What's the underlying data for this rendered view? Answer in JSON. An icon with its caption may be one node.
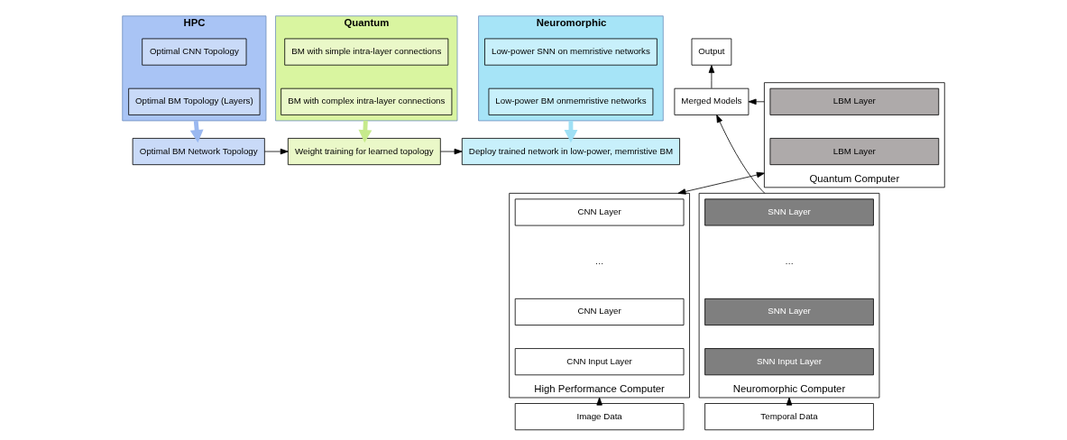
{
  "diagram": {
    "nodes": [
      {
        "text": [
          "HPC"
        ]
      },
      {
        "text": [
          "Optimal CNN Topology"
        ],
        "in": 0
      },
      {
        "text": [
          "Optimal BM Topology (Layers)"
        ],
        "in": 0
      },
      {
        "text": [
          "Optimal BM Network Topology"
        ]
      },
      {
        "text": [
          "Quantum"
        ]
      },
      {
        "text": [
          "BM with simple intra-layer connections"
        ],
        "in": 4
      },
      {
        "text": [
          "BM with complex intra-layer connections"
        ],
        "in": 4
      },
      {
        "text": [
          "Weight training for learned topology"
        ]
      },
      {
        "text": [
          "Neuromorphic"
        ]
      },
      {
        "text": [
          "Low-power SNN on memristive networks"
        ],
        "in": 8
      },
      {
        "text": [
          "Low-power BM onmemristive networks"
        ],
        "in": 8
      },
      {
        "text": [
          "Deploy trained network in low-power, memristive BM"
        ]
      },
      {
        "text": [
          "Output"
        ]
      },
      {
        "text": [
          "Quantum Computer"
        ]
      },
      {
        "text": [
          "LBM Layer"
        ],
        "in": 13
      },
      {
        "text": [
          "LBM Layer"
        ],
        "in": 13
      },
      {
        "text": [
          "Merged Models"
        ]
      },
      {
        "text": [
          "High Performance Computer"
        ]
      },
      {
        "text": [
          "CNN Layer"
        ],
        "in": 17
      },
      {
        "text": [
          "CNN Layer"
        ],
        "in": 17
      },
      {
        "text": [
          "CNN Input Layer"
        ],
        "in": 17
      },
      {
        "text": [
          "Neuromorphic Computer"
        ]
      },
      {
        "text": [
          "SNN Layer"
        ],
        "in": 21
      },
      {
        "text": [
          "SNN Layer"
        ],
        "in": 21
      },
      {
        "text": [
          "SNN Input Layer"
        ],
        "in": 21
      },
      {
        "text": [
          "Image Data"
        ]
      },
      {
        "text": [
          "Temporal Data"
        ]
      }
    ],
    "edges": [
      {
        "from": 0,
        "to": 3,
        "arrow": "to",
        "style": "thick",
        "color": "#9ab8f0"
      },
      {
        "from": 4,
        "to": 7,
        "arrow": "to",
        "style": "thick",
        "color": "#c6ea8c"
      },
      {
        "from": 8,
        "to": 11,
        "arrow": "to",
        "style": "thick",
        "color": "#9fe0f5"
      },
      {
        "from": 3,
        "to": 7,
        "arrow": "to"
      },
      {
        "from": 7,
        "to": 11,
        "arrow": "to"
      },
      {
        "from": 16,
        "to": 12,
        "arrow": "to"
      },
      {
        "from": 13,
        "to": 16,
        "arrow": "to"
      },
      {
        "from": 13,
        "to": 17,
        "arrow": "both"
      },
      {
        "from": 21,
        "to": 16,
        "arrow": "to"
      },
      {
        "from": 25,
        "to": 17,
        "arrow": "to"
      },
      {
        "from": 26,
        "to": 21,
        "arrow": "to"
      }
    ],
    "labels": [
      "…",
      "…"
    ]
  }
}
